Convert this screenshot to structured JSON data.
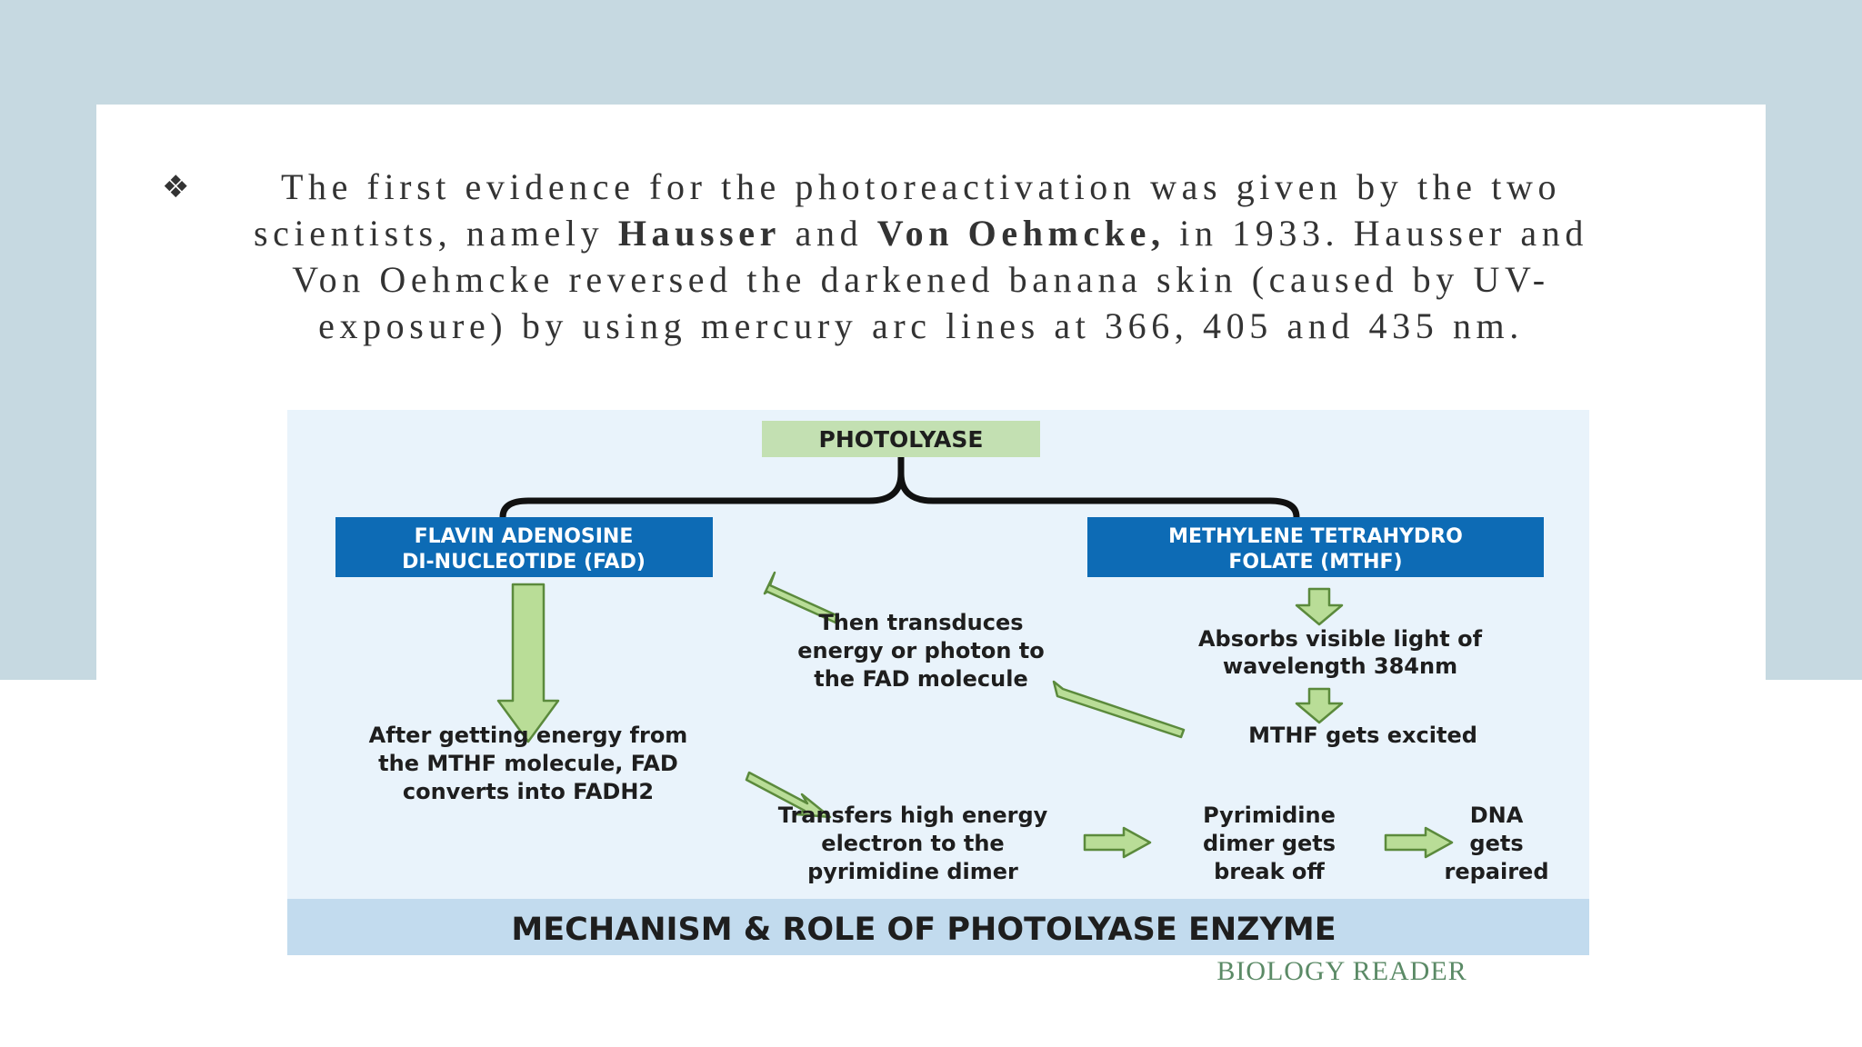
{
  "bullet": {
    "icon": "four-diamond-bullet-icon",
    "glyph": "❖",
    "p1": "The first evidence for the photoreactivation was given by the two scientists, namely ",
    "name1": "Hausser",
    "p2": " and ",
    "name2": "Von Oehmcke,",
    "p3": " in 1933. Hausser and Von Oehmcke reversed the darkened banana skin (caused by UV-exposure) by using mercury arc lines at 366, 405 and 435 nm."
  },
  "diagram": {
    "top_label": "PHOTOLYASE",
    "fad_box": [
      "FLAVIN ADENOSINE",
      "DI-NUCLEOTIDE (FAD)"
    ],
    "mthf_box": [
      "METHYLENE TETRAHYDRO",
      "FOLATE (MTHF)"
    ],
    "transduce": [
      "Then transduces",
      "energy or photon to",
      "the FAD molecule"
    ],
    "absorbs": [
      "Absorbs visible light of",
      "wavelength 384nm"
    ],
    "excited": "MTHF gets excited",
    "after": [
      "After getting energy from",
      "the MTHF molecule, FAD",
      "converts into FADH2"
    ],
    "transfers": [
      "Transfers high energy",
      "electron to the",
      "pyrimidine dimer"
    ],
    "pyrimidine": [
      "Pyrimidine",
      "dimer gets",
      "break off"
    ],
    "dna": [
      "DNA",
      "gets",
      "repaired"
    ],
    "banner": "MECHANISM & ROLE OF PHOTOLYASE ENZYME",
    "watermark": "BIOLOGY READER"
  },
  "colors": {
    "background_band": "#c6d9e1",
    "diagram_bg": "#e9f3fb",
    "box_blue": "#0d6bb5",
    "label_green": "#c3e0b2",
    "arrow_fill": "#b9dd97",
    "arrow_stroke": "#5b8a3c",
    "banner_bg": "#c2dbee",
    "watermark_color": "#5b8a66"
  }
}
